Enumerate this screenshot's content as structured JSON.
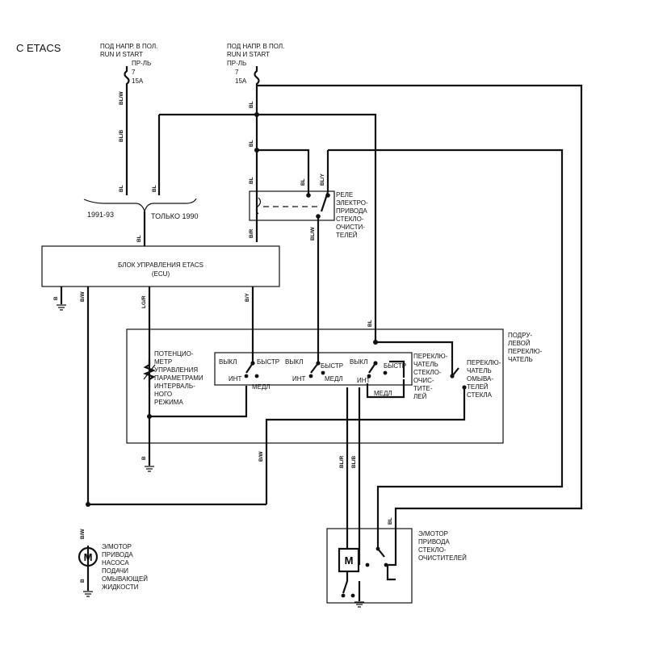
{
  "title": "С ETACS",
  "fuse_left": {
    "caption": [
      "ПОД НАПР. В ПОЛ.",
      "RUN И START"
    ],
    "name": "ПР-ЛЬ",
    "number": "7",
    "rating": "15A"
  },
  "fuse_right": {
    "caption": [
      "ПОД НАПР. В ПОЛ.",
      "RUN И START"
    ],
    "name": "ПР-ЛЬ",
    "number": "7",
    "rating": "15A"
  },
  "year_left": "1991-93",
  "year_right": "ТОЛЬКО 1990",
  "ecu": {
    "line1": "БЛОК УПРАВЛЕНИЯ ETACS",
    "line2": "(ECU)"
  },
  "relay_label": [
    "РЕЛЕ",
    "ЭЛЕКТРО-",
    "ПРИВОДА",
    "СТЕКЛО-",
    "ОЧИСТИ-",
    "ТЕЛЕЙ"
  ],
  "column_switch_label": [
    "ПОДРУ-",
    "ЛЕВОЙ",
    "ПЕРЕКЛЮ-",
    "ЧАТЕЛЬ"
  ],
  "potentiometer_label": [
    "ПОТЕНЦИО-",
    "МЕТР",
    "УПРАВЛЕНИЯ",
    "ПАРАМЕТРАМИ",
    "ИНТЕРВАЛЬ-",
    "НОГО",
    "РЕЖИМА"
  ],
  "wiper_switch_label": [
    "ПЕРЕКЛЮ-",
    "ЧАТЕЛЬ",
    "СТЕКЛО-",
    "ОЧИС-",
    "ТИТЕ-",
    "ЛЕЙ"
  ],
  "washer_switch_label": [
    "ПЕРЕКЛЮ-",
    "ЧАТЕЛЬ",
    "ОМЫВА-",
    "ТЕЛЕЙ",
    "СТЕКЛА"
  ],
  "switch_positions": {
    "off": "ВЫКЛ",
    "fast": "БЫСТР",
    "int": "ИНТ",
    "slow": "МЕДЛ"
  },
  "pump_motor_label": [
    "Э/МОТОР",
    "ПРИВОДА",
    "НАСОСА",
    "ПОДАЧИ",
    "ОМЫВАЮЩЕЙ",
    "ЖИДКОСТИ"
  ],
  "wiper_motor_label": [
    "Э/МОТОР",
    "ПРИВОДА",
    "СТЕКЛО-",
    "ОЧИСТИТЕЛЕЙ"
  ],
  "motor_symbol": "M",
  "wire_colors": {
    "bl_w": "BL/W",
    "bl_b": "BL/B",
    "bl": "BL",
    "bl_y": "BL/Y",
    "b_r": "B/R",
    "b_w": "B/W",
    "b_y": "B/Y",
    "lg_r": "LG/R",
    "b": "B",
    "bl_r": "BL/R"
  }
}
